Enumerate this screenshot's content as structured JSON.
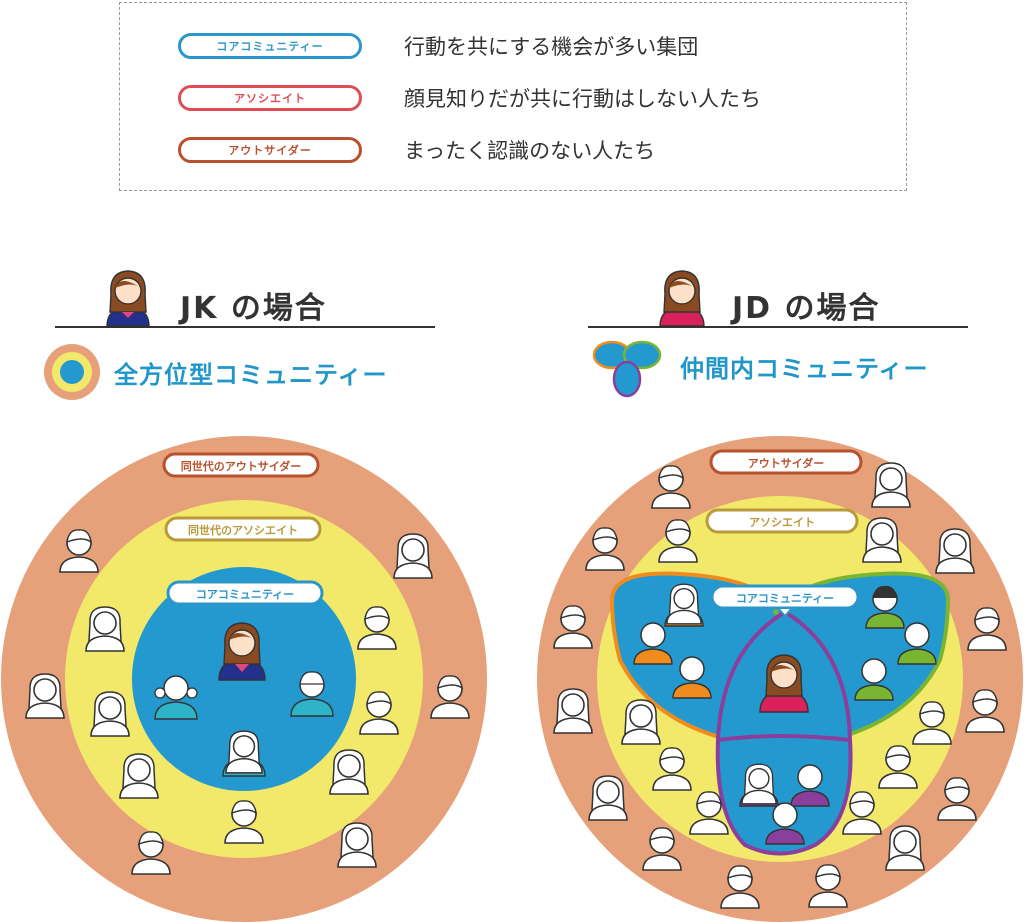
{
  "legend": {
    "items": [
      {
        "label": "コアコミュニティー",
        "description": "行動を共にする機会が多い集団",
        "color": "#2b96c9"
      },
      {
        "label": "アソシエイト",
        "description": "顔見知りだが共に行動はしない人たち",
        "color": "#e04c52"
      },
      {
        "label": "アウトサイダー",
        "description": "まったく認識のない人たち",
        "color": "#b8512e"
      }
    ]
  },
  "left": {
    "title": "JK の場合",
    "subtitle": "全方位型コミュニティー",
    "outer_label": "同世代のアウトサイダー",
    "middle_label": "同世代のアソシエイト",
    "core_label": "コアコミュニティー"
  },
  "right": {
    "title": "JD の場合",
    "subtitle": "仲間内コミュニティー",
    "outer_label": "アウトサイダー",
    "middle_label": "アソシエイト",
    "core_label": "コアコミュニティー"
  },
  "colors": {
    "outer": "#e6a17a",
    "middle": "#f2e96a",
    "core": "#2499cf",
    "orange_group": "#f08c1e",
    "green_group": "#7ab532",
    "purple_group": "#8a3f9c",
    "outsider_border": "#b8512e",
    "associate_border": "#b89a3a",
    "core_border": "#2b96c9"
  }
}
